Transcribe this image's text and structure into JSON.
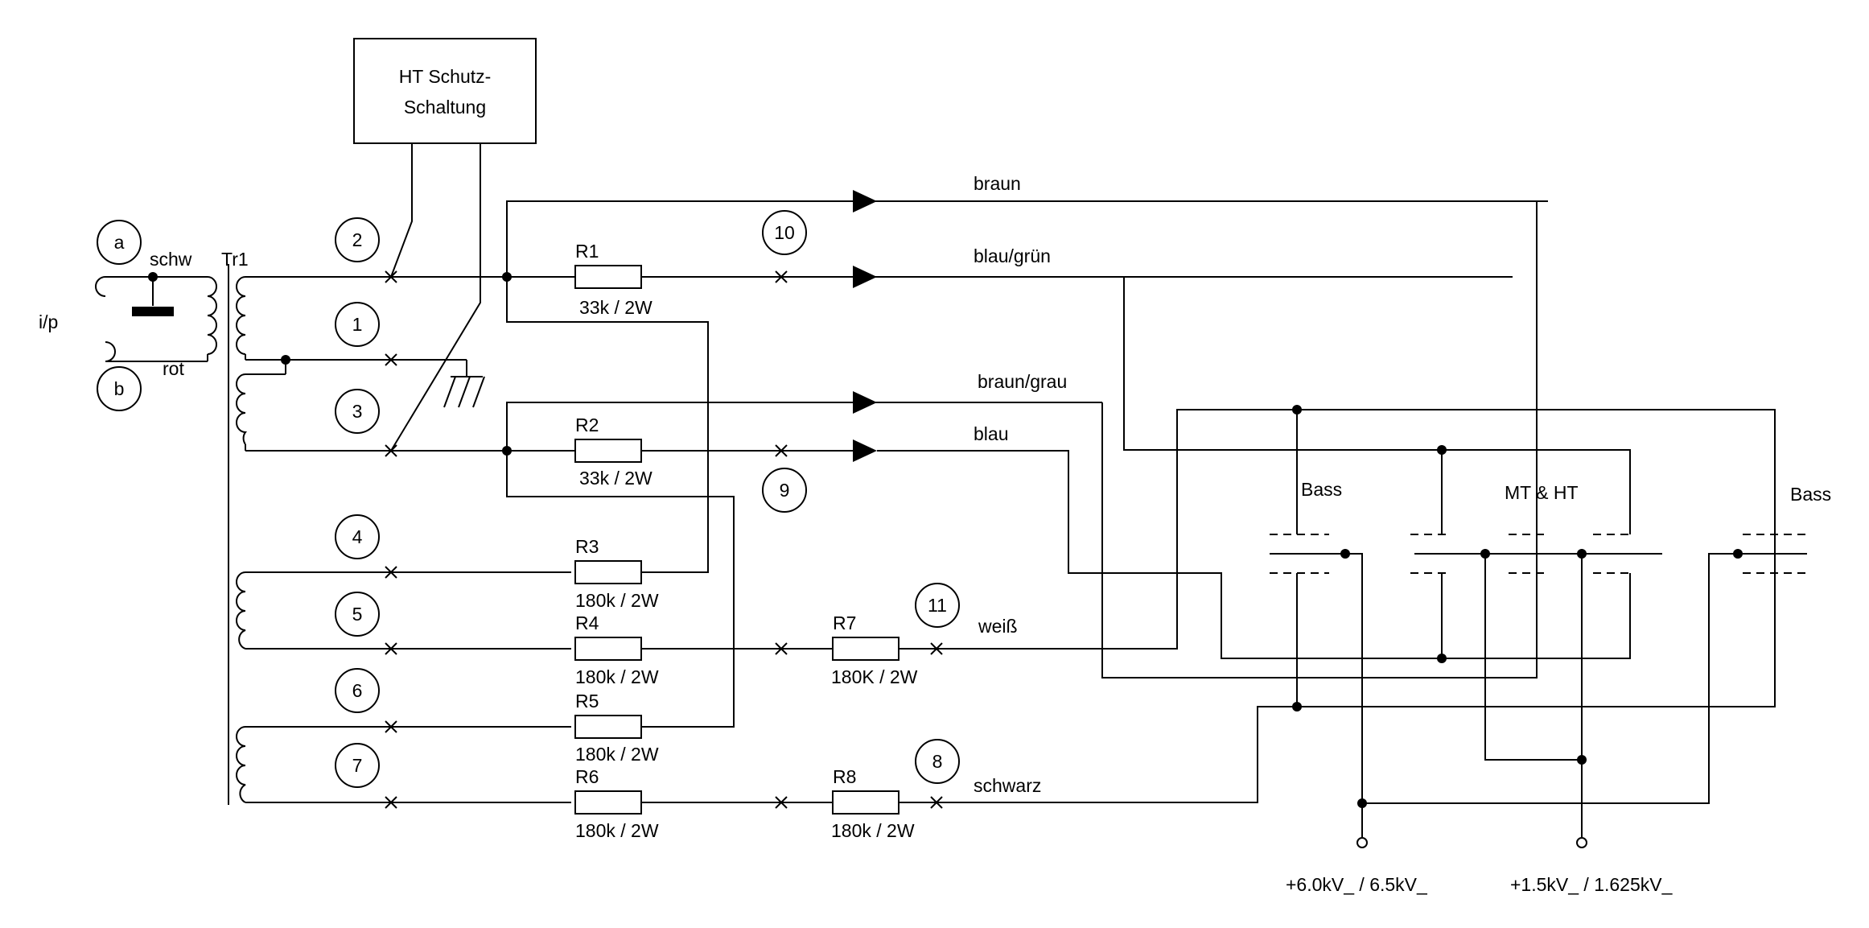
{
  "labels": {
    "protection": [
      "HT Schutz-",
      "Schaltung"
    ],
    "transformer": "Tr1",
    "input": "i/p",
    "in_a": "a",
    "in_b": "b",
    "schw": "schw",
    "rot": "rot",
    "terminals": [
      "1",
      "2",
      "3",
      "4",
      "5",
      "6",
      "7"
    ],
    "t8": "8",
    "t9": "9",
    "t10": "10",
    "t11": "11",
    "bass_left": "Bass",
    "mt_ht": "MT & HT",
    "bass_right": "Bass",
    "out_hi": "+6.0kV_ / 6.5kV_",
    "out_lo": "+1.5kV_ / 1.625kV_"
  },
  "wires": {
    "braun": "braun",
    "blau_gruen": "blau/grün",
    "braun_grau": "braun/grau",
    "blau": "blau",
    "weiss": "weiß",
    "schwarz": "schwarz"
  },
  "resistors": {
    "R1": {
      "name": "R1",
      "value": "33k / 2W"
    },
    "R2": {
      "name": "R2",
      "value": "33k / 2W"
    },
    "R3": {
      "name": "R3",
      "value": "180k / 2W"
    },
    "R4": {
      "name": "R4",
      "value": "180k / 2W"
    },
    "R5": {
      "name": "R5",
      "value": "180k / 2W"
    },
    "R6": {
      "name": "R6",
      "value": "180k / 2W"
    },
    "R7": {
      "name": "R7",
      "value": "180K / 2W"
    },
    "R8": {
      "name": "R8",
      "value": "180k / 2W"
    }
  }
}
